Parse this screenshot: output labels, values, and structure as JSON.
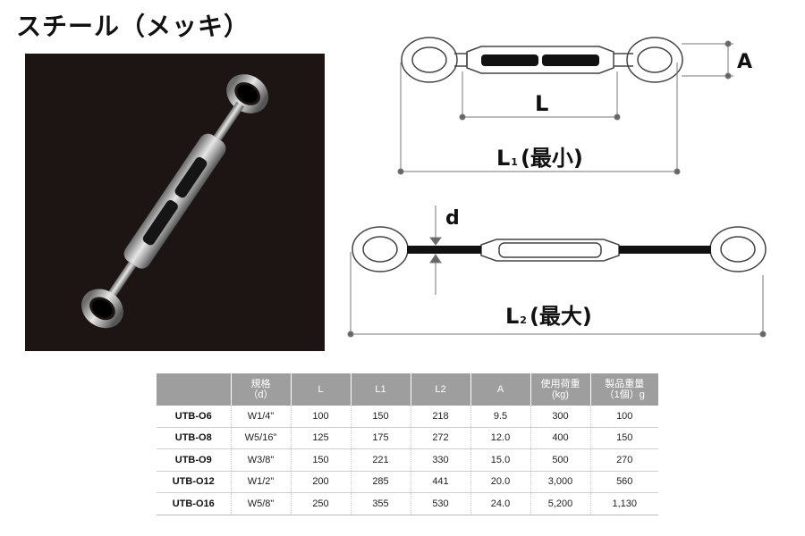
{
  "page": {
    "title": "スチール（メッキ）"
  },
  "diagram": {
    "label_A": "A",
    "label_L": "L",
    "label_L1_letter": "L",
    "label_L1_sub": "1",
    "label_L1_note": "(最小)",
    "label_d": "d",
    "label_L2_letter": "L",
    "label_L2_sub": "2",
    "label_L2_note": "(最大)"
  },
  "table": {
    "headers": [
      {
        "line1": "",
        "line2": ""
      },
      {
        "line1": "規格",
        "line2": "（d）"
      },
      {
        "line1": "L",
        "line2": ""
      },
      {
        "line1": "L1",
        "line2": ""
      },
      {
        "line1": "L2",
        "line2": ""
      },
      {
        "line1": "A",
        "line2": ""
      },
      {
        "line1": "使用荷重",
        "line2": "(kg)"
      },
      {
        "line1": "製品重量",
        "line2": "（1個）g"
      }
    ],
    "rows": [
      [
        "UTB-O6",
        "W1/4\"",
        "100",
        "150",
        "218",
        "9.5",
        "300",
        "100"
      ],
      [
        "UTB-O8",
        "W5/16\"",
        "125",
        "175",
        "272",
        "12.0",
        "400",
        "150"
      ],
      [
        "UTB-O9",
        "W3/8\"",
        "150",
        "221",
        "330",
        "15.0",
        "500",
        "270"
      ],
      [
        "UTB-O12",
        "W1/2\"",
        "200",
        "285",
        "441",
        "20.0",
        "3,000",
        "560"
      ],
      [
        "UTB-O16",
        "W5/8\"",
        "250",
        "355",
        "530",
        "24.0",
        "5,200",
        "1,130"
      ]
    ]
  }
}
